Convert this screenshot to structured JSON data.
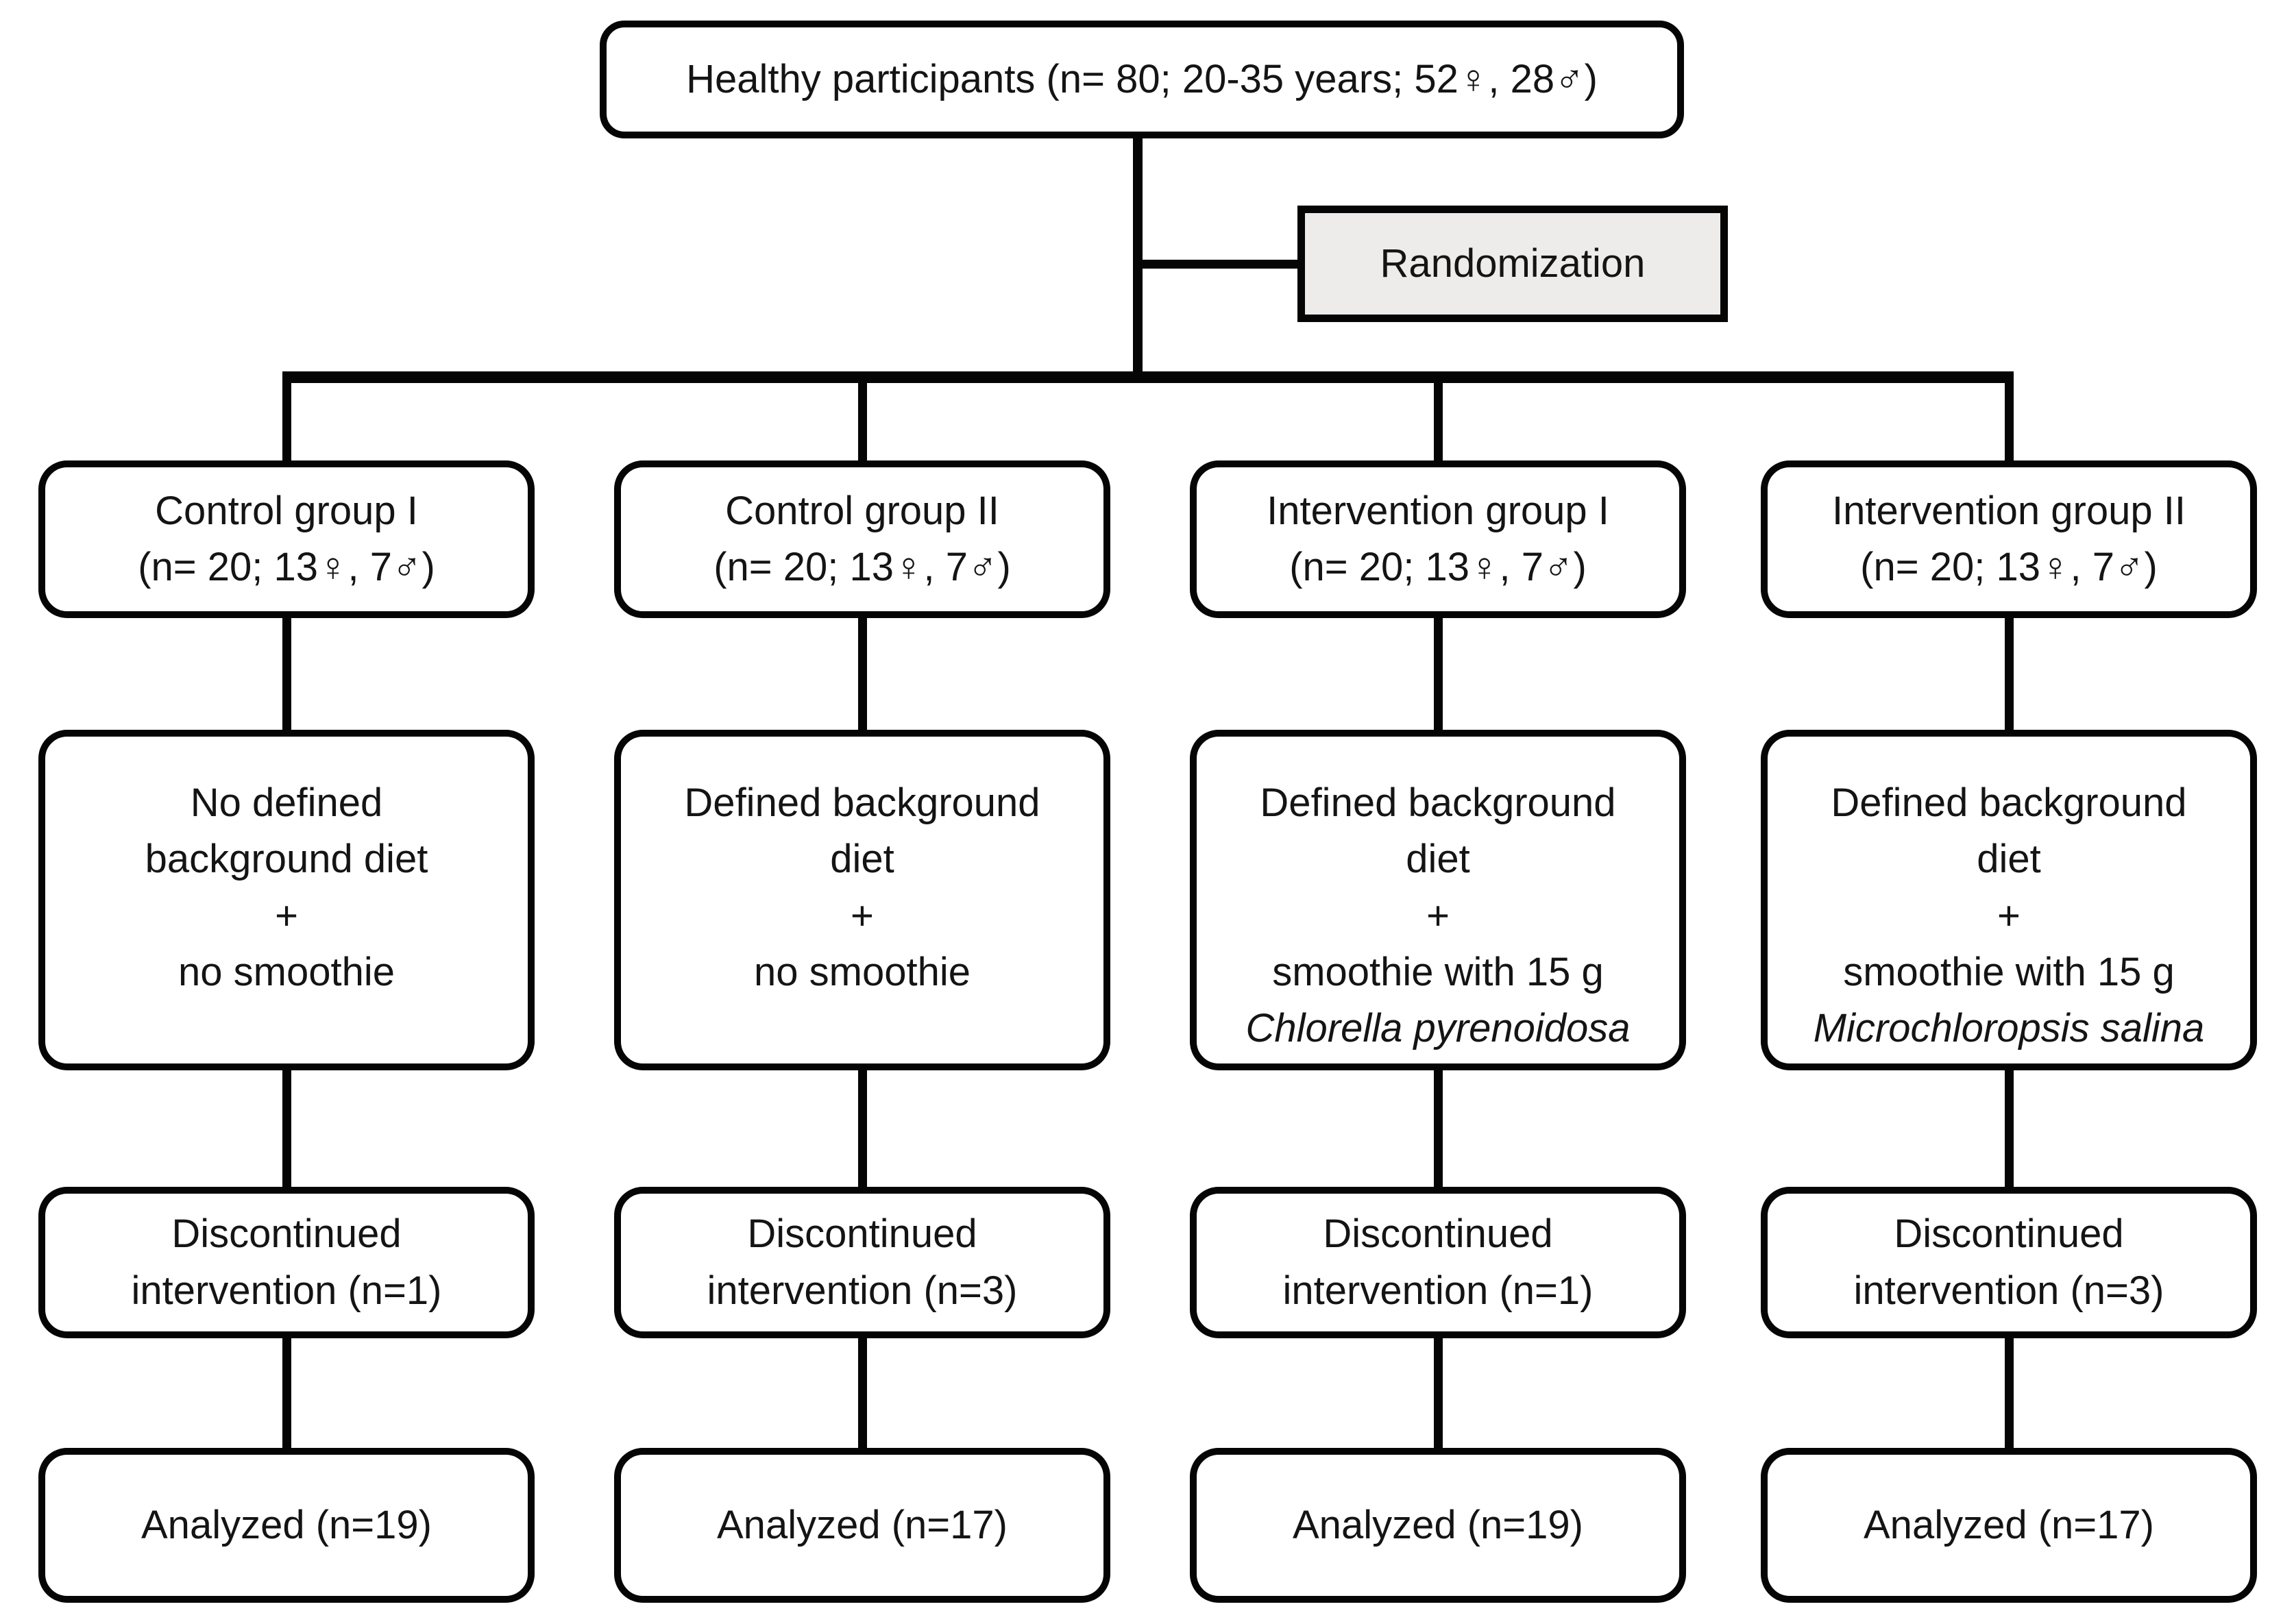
{
  "figure": {
    "title": "Participant flow diagram",
    "colors": {
      "line": "#050505",
      "randomization_fill": "#edeceb",
      "box_fill": "#ffffff"
    },
    "enrollment_label": "Healthy participants (n= 80; 20-35 years; 52♀, 28♂)",
    "randomization_label": "Randomization",
    "columns": [
      {
        "group_line1": "Control group I",
        "group_line2": "(n= 20; 13♀, 7♂)",
        "diet_lines": [
          "No defined",
          "background diet",
          "+",
          "no smoothie"
        ],
        "discontinued_line1": "Discontinued",
        "discontinued_line2": "intervention (n=1)",
        "analyzed_label": "Analyzed (n=19)"
      },
      {
        "group_line1": "Control group II",
        "group_line2": "(n= 20; 13♀, 7♂)",
        "diet_lines": [
          "Defined background",
          "diet",
          "+",
          "no smoothie"
        ],
        "discontinued_line1": "Discontinued",
        "discontinued_line2": "intervention (n=3)",
        "analyzed_label": "Analyzed (n=17)"
      },
      {
        "group_line1": "Intervention group I",
        "group_line2": "(n= 20; 13♀, 7♂)",
        "diet_lines": [
          "Defined background",
          "diet",
          "+",
          "smoothie with 15 g",
          "Chlorella pyrenoidosa"
        ],
        "discontinued_line1": "Discontinued",
        "discontinued_line2": "intervention (n=1)",
        "analyzed_label": "Analyzed (n=19)"
      },
      {
        "group_line1": "Intervention group II",
        "group_line2": "(n= 20; 13♀, 7♂)",
        "diet_lines": [
          "Defined background",
          "diet",
          "+",
          "smoothie with 15 g",
          "Microchloropsis salina"
        ],
        "discontinued_line1": "Discontinued",
        "discontinued_line2": "intervention (n=3)",
        "analyzed_label": "Analyzed (n=17)"
      }
    ]
  }
}
